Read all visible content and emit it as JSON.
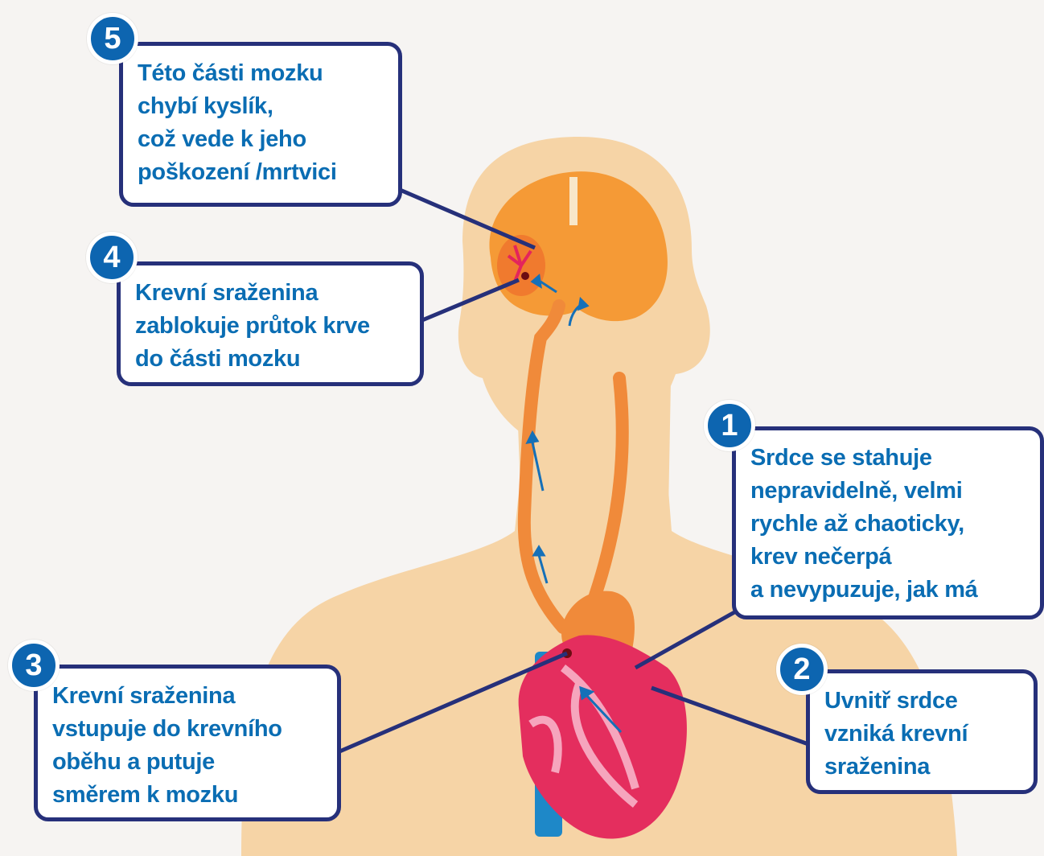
{
  "colors": {
    "background": "#f6f4f2",
    "skin": "#f6d4a6",
    "brain": "#f59a36",
    "artery": "#f08a3a",
    "heart": "#e42e5e",
    "heart_light": "#f6a5bd",
    "vein": "#1e88c8",
    "callout_border": "#26307a",
    "callout_text": "#0a6db3",
    "badge": "#0d65b0"
  },
  "steps": [
    {
      "number": "1",
      "text": "Srdce se stahuje\nnepravidelně, velmi\nrychle až chaoticky,\nkrev nečerpá\na nevypuzuje, jak má"
    },
    {
      "number": "2",
      "text": "Uvnitř srdce\nvzniká krevní\nsraženina"
    },
    {
      "number": "3",
      "text": "Krevní sraženina\nvstupuje do krevního\noběhu a putuje\nsměrem k mozku"
    },
    {
      "number": "4",
      "text": "Krevní sraženina\nzablokuje průtok krve\ndo části mozku"
    },
    {
      "number": "5",
      "text": "Této části mozku\nchybí kyslík,\ncož vede k jeho\npoškození /mrtvici"
    }
  ]
}
